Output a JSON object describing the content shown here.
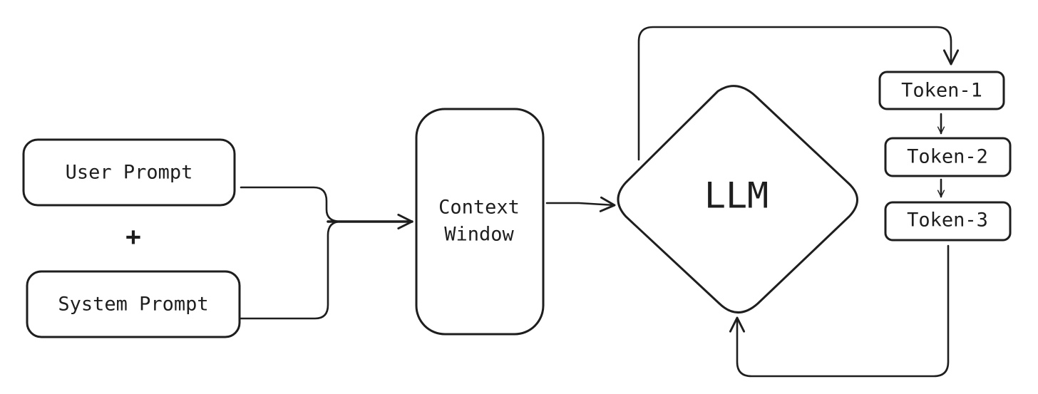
{
  "diagram": {
    "inputs": {
      "user_prompt": "User Prompt",
      "plus": "+",
      "system_prompt": "System Prompt"
    },
    "context_window": {
      "line1": "Context",
      "line2": "Window"
    },
    "model": {
      "label": "LLM"
    },
    "tokens": [
      {
        "label": "Token-1"
      },
      {
        "label": "Token-2"
      },
      {
        "label": "Token-3"
      }
    ]
  },
  "colors": {
    "stroke": "#1e1e1e",
    "background": "#ffffff"
  }
}
